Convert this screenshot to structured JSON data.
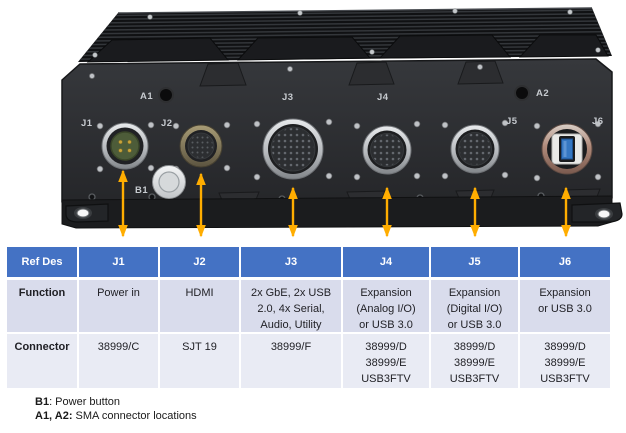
{
  "colors": {
    "header_blue": "#4472C4",
    "row_function_bg": "#D9DCEC",
    "row_connector_bg": "#E9EBF4",
    "arrow_gold": "#FFAD00",
    "usb_blue": "#3577C2",
    "connector_green": "#4D5C39"
  },
  "device": {
    "port_labels": {
      "j1": "J1",
      "j2": "J2",
      "j3": "J3",
      "j4": "J4",
      "j5": "J5",
      "j6": "J6",
      "a1": "A1",
      "a2": "A2",
      "b1": "B1"
    }
  },
  "table": {
    "header": [
      "Ref Des",
      "J1",
      "J2",
      "J3",
      "J4",
      "J5",
      "J6"
    ],
    "rows": [
      {
        "label": "Function",
        "cells": [
          "Power in",
          "HDMI",
          "2x GbE, 2x USB\n2.0, 4x Serial,\nAudio, Utility",
          "Expansion\n(Analog I/O)\nor USB 3.0",
          "Expansion\n(Digital I/O)\nor USB 3.0",
          "Expansion\nor USB 3.0"
        ]
      },
      {
        "label": "Connector",
        "cells": [
          "38999/C",
          "SJT 19",
          "38999/F",
          "38999/D\n38999/E\nUSB3FTV",
          "38999/D\n38999/E\nUSB3FTV",
          "38999/D\n38999/E\nUSB3FTV"
        ]
      }
    ]
  },
  "notes": [
    {
      "bold": "B1",
      "text": ": Power button"
    },
    {
      "bold": "A1, A2:",
      "text": " SMA connector locations"
    }
  ]
}
